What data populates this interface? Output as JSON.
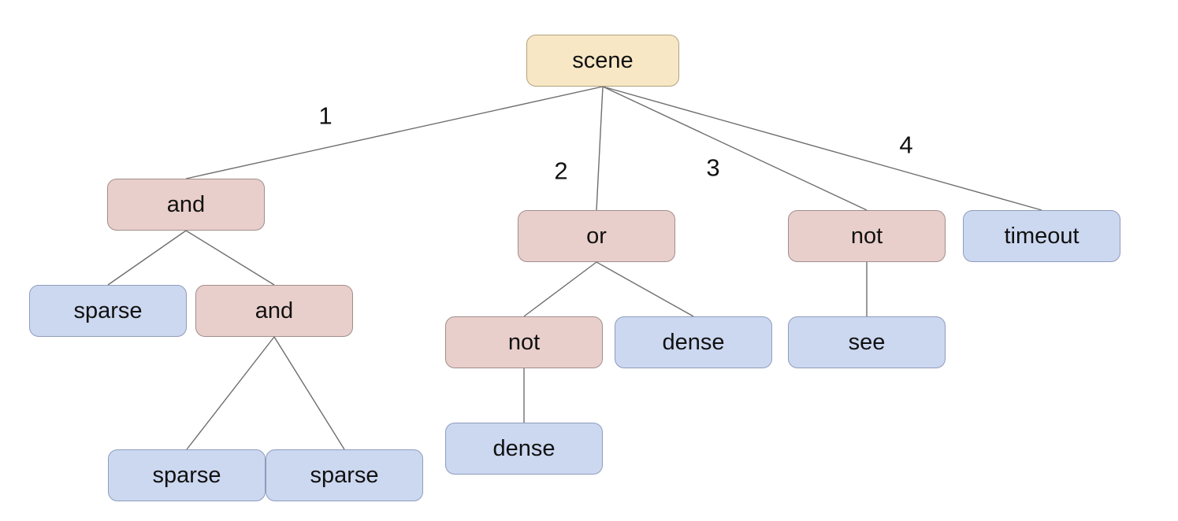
{
  "diagram": {
    "type": "tree",
    "nodes": [
      {
        "id": "scene",
        "label": "scene",
        "type": "root"
      },
      {
        "id": "and1",
        "label": "and",
        "type": "operator"
      },
      {
        "id": "sparse1",
        "label": "sparse",
        "type": "leaf"
      },
      {
        "id": "and2",
        "label": "and",
        "type": "operator"
      },
      {
        "id": "sparse2",
        "label": "sparse",
        "type": "leaf"
      },
      {
        "id": "sparse3",
        "label": "sparse",
        "type": "leaf"
      },
      {
        "id": "or1",
        "label": "or",
        "type": "operator"
      },
      {
        "id": "not1",
        "label": "not",
        "type": "operator"
      },
      {
        "id": "dense1",
        "label": "dense",
        "type": "leaf"
      },
      {
        "id": "dense2",
        "label": "dense",
        "type": "leaf"
      },
      {
        "id": "not2",
        "label": "not",
        "type": "operator"
      },
      {
        "id": "see1",
        "label": "see",
        "type": "leaf"
      },
      {
        "id": "timeout1",
        "label": "timeout",
        "type": "leaf"
      }
    ],
    "edges": [
      {
        "from": "scene",
        "to": "and1",
        "label": "1"
      },
      {
        "from": "scene",
        "to": "or1",
        "label": "2"
      },
      {
        "from": "scene",
        "to": "not2",
        "label": "3"
      },
      {
        "from": "scene",
        "to": "timeout1",
        "label": "4"
      },
      {
        "from": "and1",
        "to": "sparse1",
        "label": ""
      },
      {
        "from": "and1",
        "to": "and2",
        "label": ""
      },
      {
        "from": "and2",
        "to": "sparse2",
        "label": ""
      },
      {
        "from": "and2",
        "to": "sparse3",
        "label": ""
      },
      {
        "from": "or1",
        "to": "not1",
        "label": ""
      },
      {
        "from": "or1",
        "to": "dense1",
        "label": ""
      },
      {
        "from": "not1",
        "to": "dense2",
        "label": ""
      },
      {
        "from": "not2",
        "to": "see1",
        "label": ""
      }
    ],
    "tree": {
      "label": "scene",
      "children": [
        {
          "edge": "1",
          "label": "and",
          "children": [
            {
              "label": "sparse"
            },
            {
              "label": "and",
              "children": [
                {
                  "label": "sparse"
                },
                {
                  "label": "sparse"
                }
              ]
            }
          ]
        },
        {
          "edge": "2",
          "label": "or",
          "children": [
            {
              "label": "not",
              "children": [
                {
                  "label": "dense"
                }
              ]
            },
            {
              "label": "dense"
            }
          ]
        },
        {
          "edge": "3",
          "label": "not",
          "children": [
            {
              "label": "see"
            }
          ]
        },
        {
          "edge": "4",
          "label": "timeout"
        }
      ]
    },
    "colors": {
      "background": "#ffffff",
      "text": "#111111",
      "line": "#6e6e6e",
      "root_fill": "#f7e7c5",
      "root_border": "#b3a27d",
      "operator_fill": "#e9cfcb",
      "operator_border": "#a08e8b",
      "leaf_fill": "#ccd8f0",
      "leaf_border": "#8f9cbd"
    }
  }
}
